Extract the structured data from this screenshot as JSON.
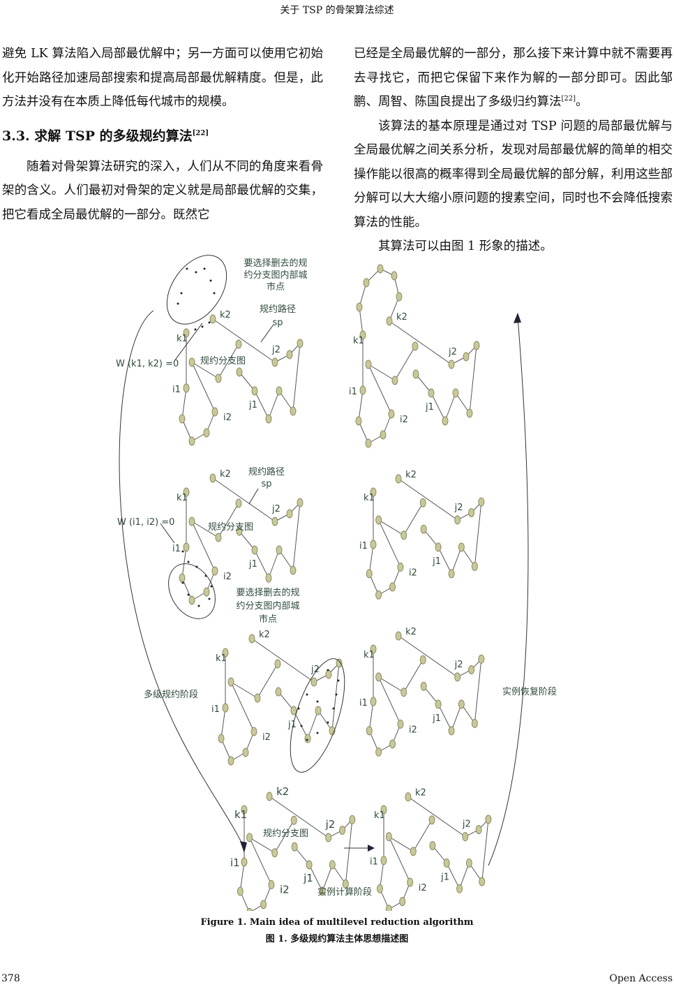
{
  "header": "关于 TSP 的骨架算法综述",
  "left_col": {
    "p1": "避免 LK 算法陷入局部最优解中；另一方面可以使用它初始化开始路径加速局部搜索和提高局部最优解精度。但是，此方法并没有在本质上降低每代城市的规模。",
    "heading": "3.3.  求解 TSP 的多级规约算法",
    "heading_ref": "[22]",
    "p2": "随着对骨架算法研究的深入，人们从不同的角度来看骨架的含义。人们最初对骨架的定义就是局部最优解的交集，把它看成全局最优解的一部分。既然它"
  },
  "right_col": {
    "p1": "已经是全局最优解的一部分，那么接下来计算中就不需要再去寻找它，而把它保留下来作为解的一部分即可。因此邹鹏、周智、陈国良提出了多级归约算法",
    "p1_ref": "[22]",
    "p1_end": "。",
    "p2": "该算法的基本原理是通过对  TSP  问题的局部最优解与全局最优解之间关系分析，发现对局部最优解的简单的相交操作能以很高的概率得到全局最优解的部分解，利用这些部分解可以大大缩小原问题的搜素空间，同时也不会降低搜索算法的性能。",
    "p3": "其算法可以由图 1 形象的描述。"
  },
  "figure": {
    "node_labels": {
      "k1": "k1",
      "k2": "k2",
      "i1": "i1",
      "i2": "i2",
      "j1": "j1",
      "j2": "j2"
    },
    "remove_note": [
      "要选择删去的规",
      "约分支图内部城",
      "市点"
    ],
    "path_note": [
      "规约路径",
      "sp"
    ],
    "w_k": "W (k1, k2) =0",
    "w_i": "W (i1, i2) =0",
    "branch": "规约分支图",
    "stage_reduce": "多级规约阶段",
    "stage_restore": "实例恢复阶段",
    "stage_compute": "实例计算阶段",
    "node_color": "#c8c89a"
  },
  "caption_en": "Figure 1. Main idea of multilevel reduction algorithm",
  "caption_cn": "图 1.  多级规约算法主体思想描述图",
  "footer": {
    "page": "378",
    "right": "Open Access"
  }
}
